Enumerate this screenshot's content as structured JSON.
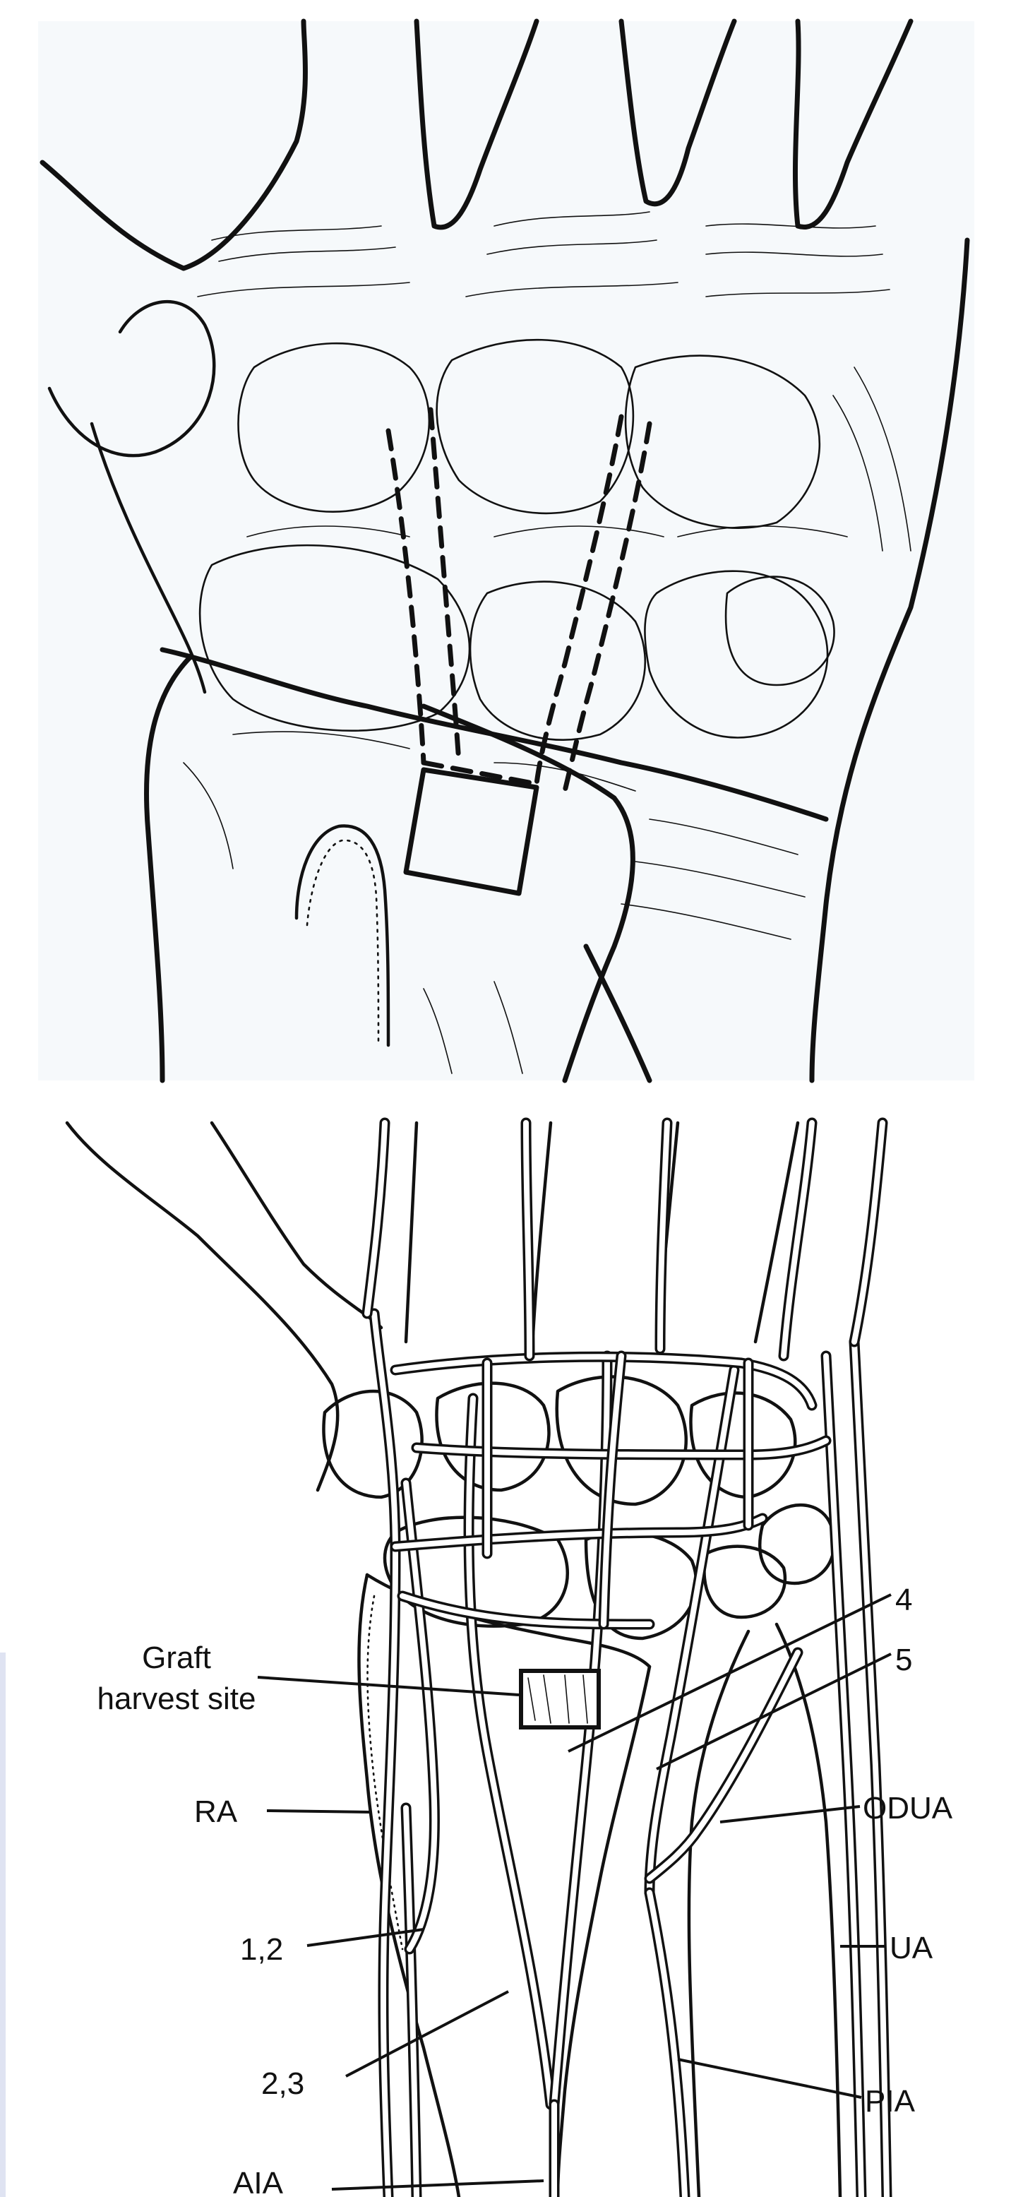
{
  "figure": {
    "labels": {
      "graft_line1": "Graft",
      "graft_line2": "harvest site",
      "ra": "RA",
      "l12": "1,2",
      "l23": "2,3",
      "aia": "AIA",
      "l4": "4",
      "l5": "5",
      "odua": "ODUA",
      "ua": "UA",
      "pia": "PIA"
    }
  }
}
